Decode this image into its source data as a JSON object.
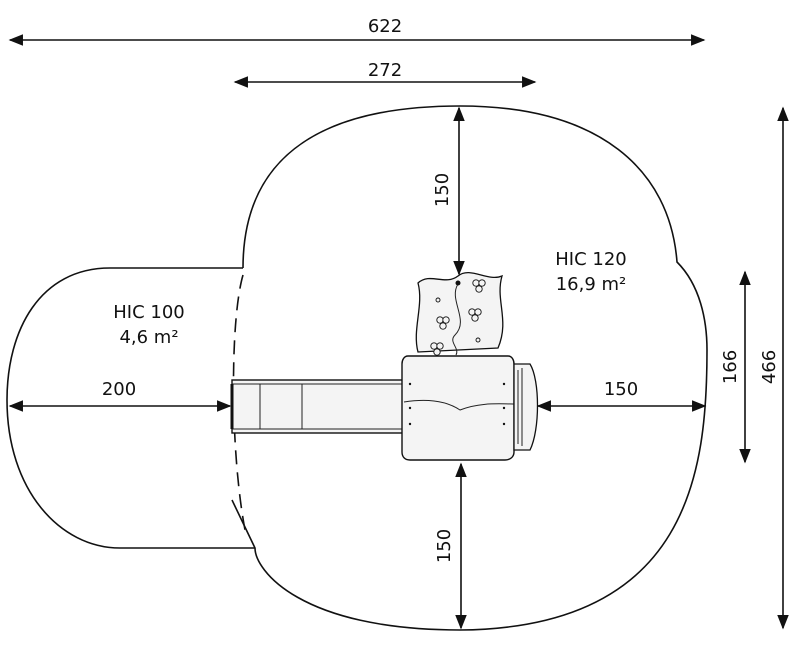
{
  "dimensions": {
    "overall_width": "622",
    "upper_width": "272",
    "top_clearance": "150",
    "bottom_clearance": "150",
    "left_clearance": "200",
    "right_clearance": "150",
    "inner_height": "166",
    "overall_height": "466"
  },
  "zones": {
    "small": {
      "label": "HIC 100",
      "area": "4,6 m²"
    },
    "large": {
      "label": "HIC 120",
      "area": "16,9 m²"
    }
  },
  "colors": {
    "line": "#111111",
    "fill": "#f2f2f2",
    "background": "#ffffff"
  }
}
